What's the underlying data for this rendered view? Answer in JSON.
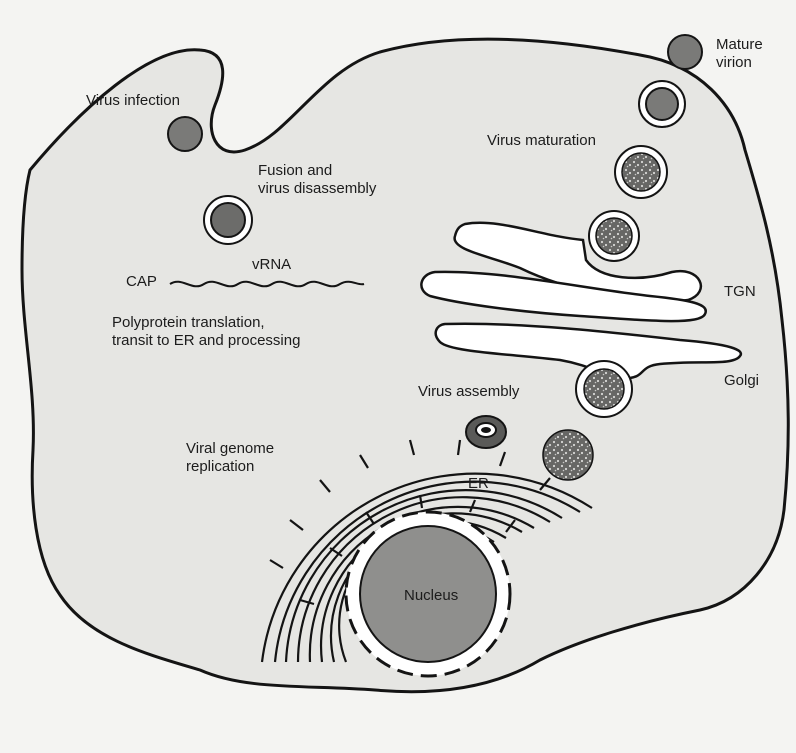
{
  "labels": {
    "virus_infection": "Virus infection",
    "fusion_line1": "Fusion and",
    "fusion_line2": "virus disassembly",
    "vrna": "vRNA",
    "cap": "CAP",
    "polyprotein_line1": "Polyprotein translation,",
    "polyprotein_line2": "transit to ER and processing",
    "viral_genome_line1": "Viral genome",
    "viral_genome_line2": "replication",
    "virus_maturation": "Virus maturation",
    "mature_virion_line1": "Mature",
    "mature_virion_line2": "virion",
    "tgn": "TGN",
    "golgi": "Golgi",
    "virus_assembly": "Virus assembly",
    "er": "ER",
    "nucleus": "Nucleus"
  },
  "colors": {
    "background": "#f4f4f2",
    "cytoplasm": "#e6e6e3",
    "outline": "#141414",
    "virion": "#7a7a78",
    "virion_core": "#6c6c6a",
    "nucleus": "#8f8f8d",
    "membrane_fill": "#ffffff"
  }
}
